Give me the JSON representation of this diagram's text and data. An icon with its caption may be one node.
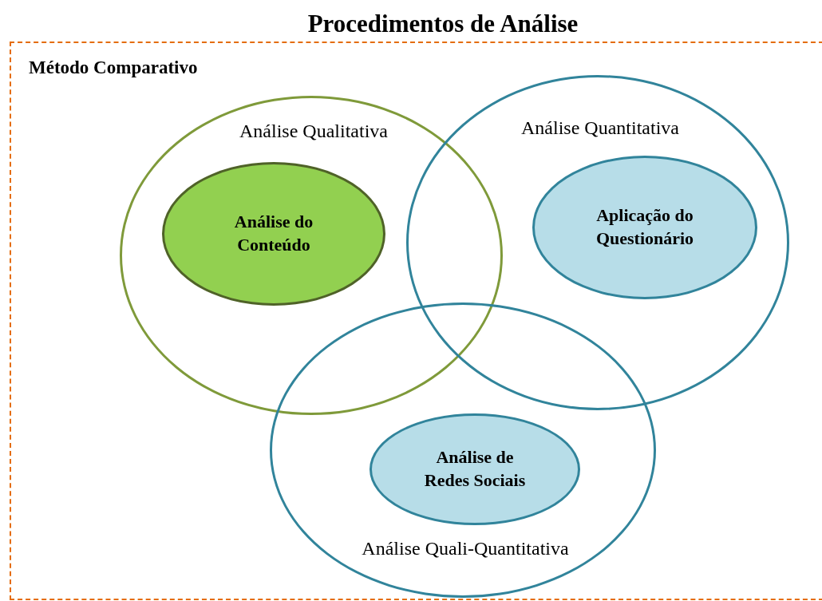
{
  "diagram": {
    "title": "Procedimentos de Análise",
    "nodes": [
      {
        "text": [
          "Método Comparativo"
        ]
      },
      {
        "text": [
          "Análise Qualitativa"
        ],
        "in": 0
      },
      {
        "text": [
          "Análise do Conteúdo"
        ],
        "in": 1
      },
      {
        "text": [
          "Análise Quantitativa"
        ],
        "in": 0
      },
      {
        "text": [
          "Aplicação do Questionário"
        ],
        "in": 3
      },
      {
        "text": [
          "Análise Quali-Quantitativa"
        ],
        "in": 0
      },
      {
        "text": [
          "Análise de Redes Sociais"
        ],
        "in": 5
      }
    ],
    "edges": []
  }
}
